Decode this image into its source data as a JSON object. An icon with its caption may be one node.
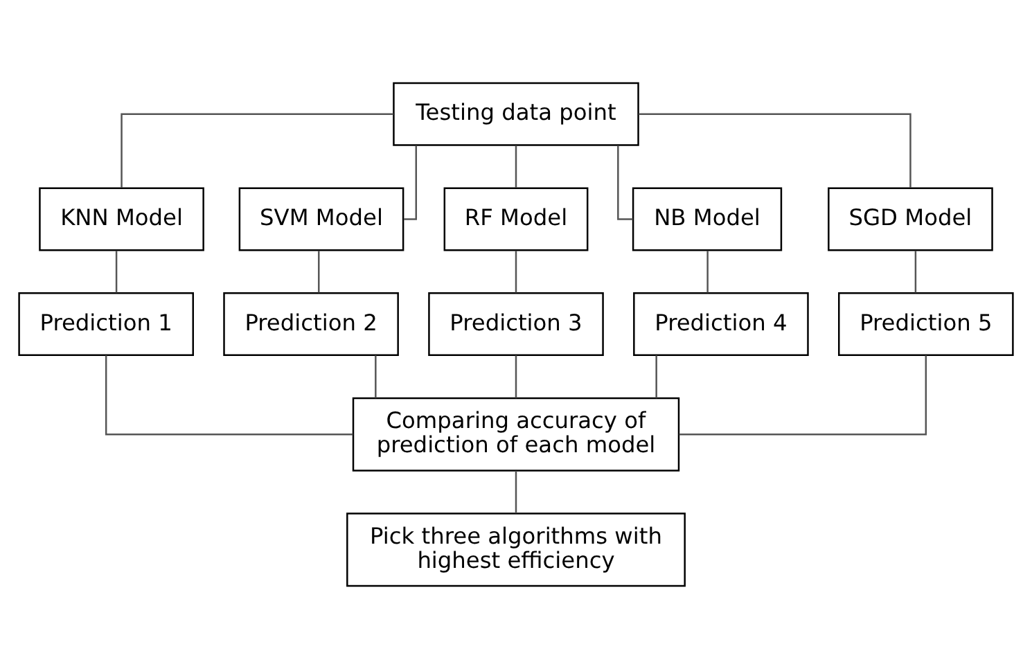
{
  "diagram": {
    "nodes": [
      {
        "text": [
          "Testing data point"
        ]
      },
      {
        "text": [
          "KNN Model"
        ]
      },
      {
        "text": [
          "SVM Model"
        ]
      },
      {
        "text": [
          "RF Model"
        ]
      },
      {
        "text": [
          "NB Model"
        ]
      },
      {
        "text": [
          "SGD Model"
        ]
      },
      {
        "text": [
          "Prediction 1"
        ]
      },
      {
        "text": [
          "Prediction 2"
        ]
      },
      {
        "text": [
          "Prediction 3"
        ]
      },
      {
        "text": [
          "Prediction 4"
        ]
      },
      {
        "text": [
          "Prediction 5"
        ]
      },
      {
        "text": [
          "Comparing accuracy of prediction of each model"
        ]
      },
      {
        "text": [
          "Pick three algorithms with highest efficiency"
        ]
      }
    ],
    "edges": [
      {
        "from": 0,
        "to": 1,
        "arrow": "none"
      },
      {
        "from": 0,
        "to": 2,
        "arrow": "none"
      },
      {
        "from": 0,
        "to": 3,
        "arrow": "none"
      },
      {
        "from": 0,
        "to": 4,
        "arrow": "none"
      },
      {
        "from": 0,
        "to": 5,
        "arrow": "none"
      },
      {
        "from": 1,
        "to": 6,
        "arrow": "none"
      },
      {
        "from": 2,
        "to": 7,
        "arrow": "none"
      },
      {
        "from": 3,
        "to": 8,
        "arrow": "none"
      },
      {
        "from": 4,
        "to": 9,
        "arrow": "none"
      },
      {
        "from": 5,
        "to": 10,
        "arrow": "none"
      },
      {
        "from": 6,
        "to": 11,
        "arrow": "none"
      },
      {
        "from": 7,
        "to": 11,
        "arrow": "none"
      },
      {
        "from": 8,
        "to": 11,
        "arrow": "none"
      },
      {
        "from": 9,
        "to": 11,
        "arrow": "none"
      },
      {
        "from": 10,
        "to": 11,
        "arrow": "none"
      },
      {
        "from": 11,
        "to": 12,
        "arrow": "none"
      }
    ]
  }
}
